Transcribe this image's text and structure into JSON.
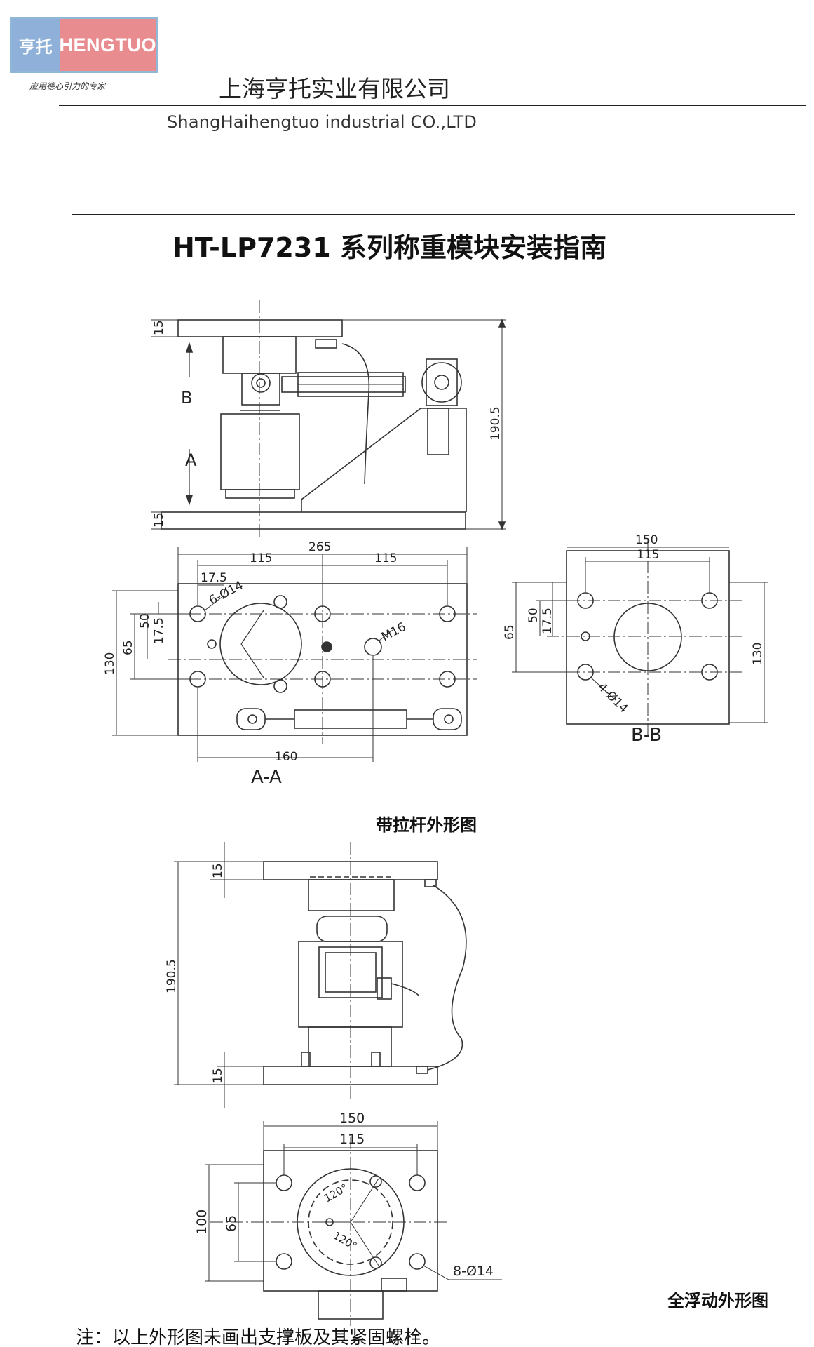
{
  "header": {
    "logo_cn": "亨托",
    "logo_en": "HENGTUO",
    "slogan": "应用德心引力的专家",
    "company_cn": "上海亨托实业有限公司",
    "company_en": "ShangHaihengtuo industrial CO.,LTD"
  },
  "document": {
    "title": "HT-LP7231 系列称重模块安装指南",
    "caption_tie_rod": "带拉杆外形图",
    "caption_floating": "全浮动外形图",
    "note": "注：以上外形图未画出支撑板及其紧固螺栓。"
  },
  "drawing1": {
    "elevation": {
      "plate_t1": "15",
      "plate_t2": "15",
      "height": "190.5",
      "label_a": "A",
      "label_b": "B"
    },
    "section_aa": {
      "width": "265",
      "half_left": "115",
      "half_right": "115",
      "offset": "17.5",
      "holes": "6-Ø14",
      "thread": "M16",
      "h50": "50",
      "h17_5": "17.5",
      "h65": "65",
      "h130": "130",
      "span160": "160",
      "label": "A-A"
    },
    "section_bb": {
      "width": "150",
      "pitch": "115",
      "h50": "50",
      "h17_5": "17.5",
      "h65": "65",
      "h130": "130",
      "holes": "4-Ø14",
      "label": "B-B"
    }
  },
  "drawing2": {
    "elevation": {
      "top_plate": "15",
      "height": "190.5",
      "base_plate": "15"
    },
    "plan": {
      "width": "150",
      "pitch": "115",
      "h100": "100",
      "h65": "65",
      "angle1": "120°",
      "angle2": "120°",
      "holes": "8-Ø14"
    }
  }
}
